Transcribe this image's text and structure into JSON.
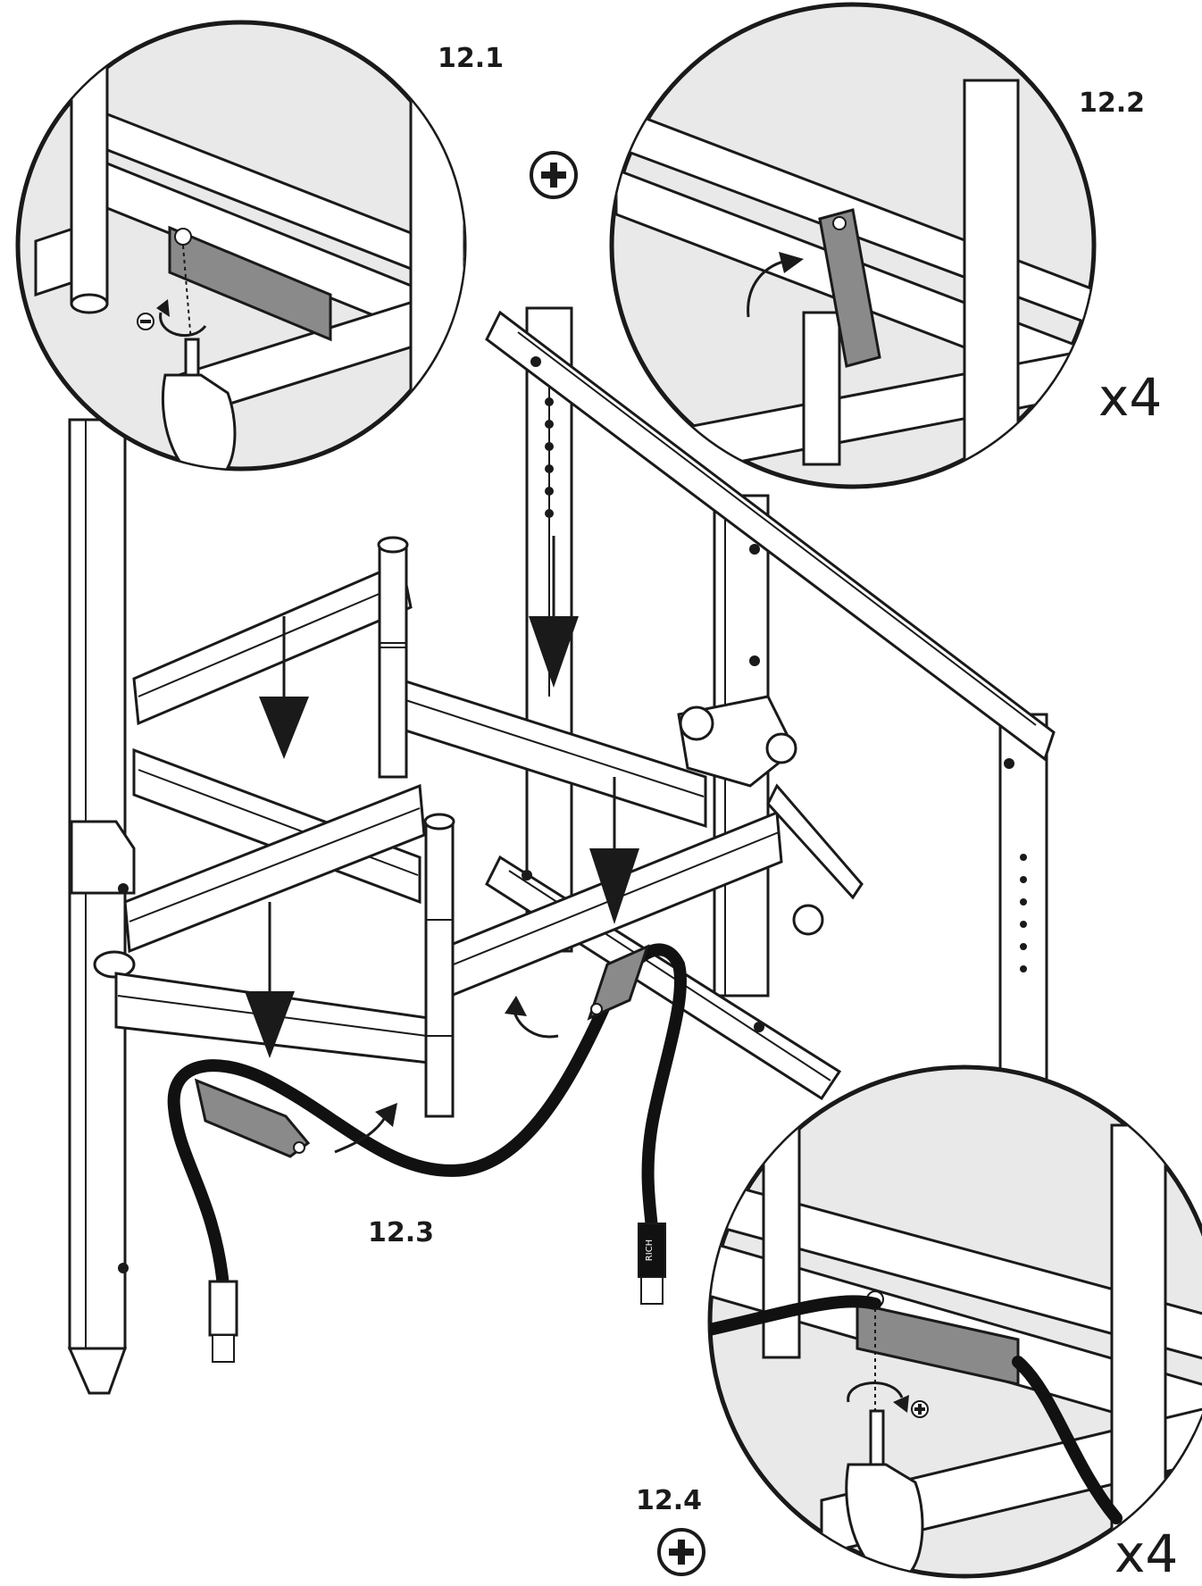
{
  "steps": {
    "s1": {
      "label": "12.1"
    },
    "s2": {
      "label": "12.2",
      "quantity": "x4"
    },
    "s3": {
      "label": "12.3"
    },
    "s4": {
      "label": "12.4",
      "quantity": "x4"
    }
  },
  "cable_brand": "RICH",
  "icons": [
    "phillips-screwdriver-icon",
    "rotate-counterclockwise-icon",
    "minus-icon",
    "plus-icon",
    "down-arrow-icon",
    "curved-arrow-icon"
  ]
}
